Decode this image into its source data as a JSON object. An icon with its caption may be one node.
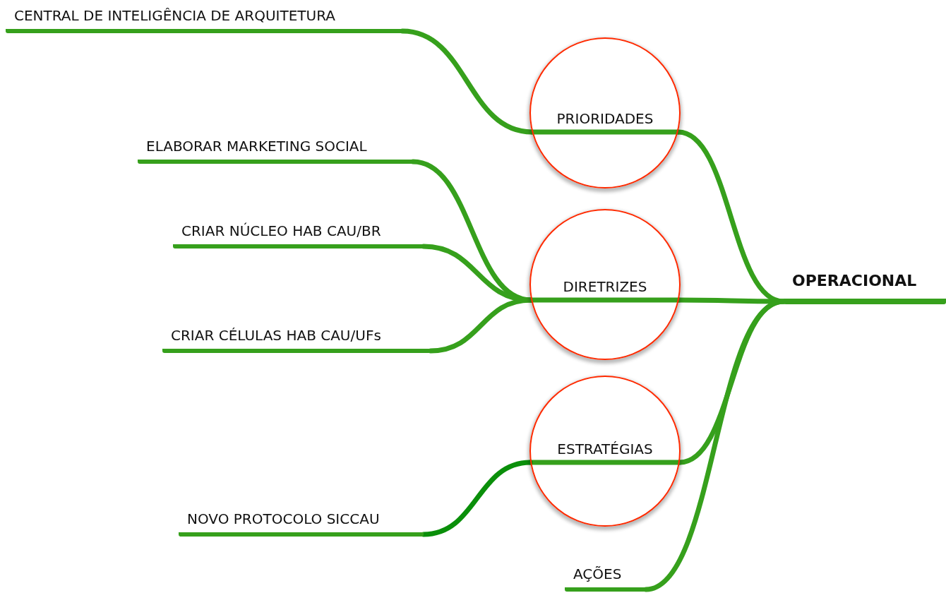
{
  "diagram": {
    "nodes": [
      {
        "text": [
          "OPERACIONAL"
        ]
      },
      {
        "text": [
          "PRIORIDADES"
        ]
      },
      {
        "text": [
          "CENTRAL DE INTELIGÊNCIA DE ARQUITETURA"
        ]
      },
      {
        "text": [
          "DIRETRIZES"
        ]
      },
      {
        "text": [
          "ELABORAR MARKETING SOCIAL"
        ]
      },
      {
        "text": [
          "CRIAR NÚCLEO HAB CAU/BR"
        ]
      },
      {
        "text": [
          "CRIAR CÉLULAS HAB CAU/UFs"
        ]
      },
      {
        "text": [
          "ESTRATÉGIAS"
        ]
      },
      {
        "text": [
          "NOVO PROTOCOLO SICCAU"
        ]
      },
      {
        "text": [
          "AÇÕES"
        ]
      }
    ],
    "edges": [
      {
        "from": 0,
        "to": 1,
        "arrow": "none"
      },
      {
        "from": 0,
        "to": 3,
        "arrow": "none"
      },
      {
        "from": 0,
        "to": 7,
        "arrow": "none"
      },
      {
        "from": 0,
        "to": 9,
        "arrow": "none"
      },
      {
        "from": 1,
        "to": 2,
        "arrow": "none"
      },
      {
        "from": 3,
        "to": 4,
        "arrow": "none"
      },
      {
        "from": 3,
        "to": 5,
        "arrow": "none"
      },
      {
        "from": 3,
        "to": 6,
        "arrow": "none"
      },
      {
        "from": 7,
        "to": 8,
        "arrow": "none",
        "color": "#0a8f0a"
      }
    ]
  }
}
